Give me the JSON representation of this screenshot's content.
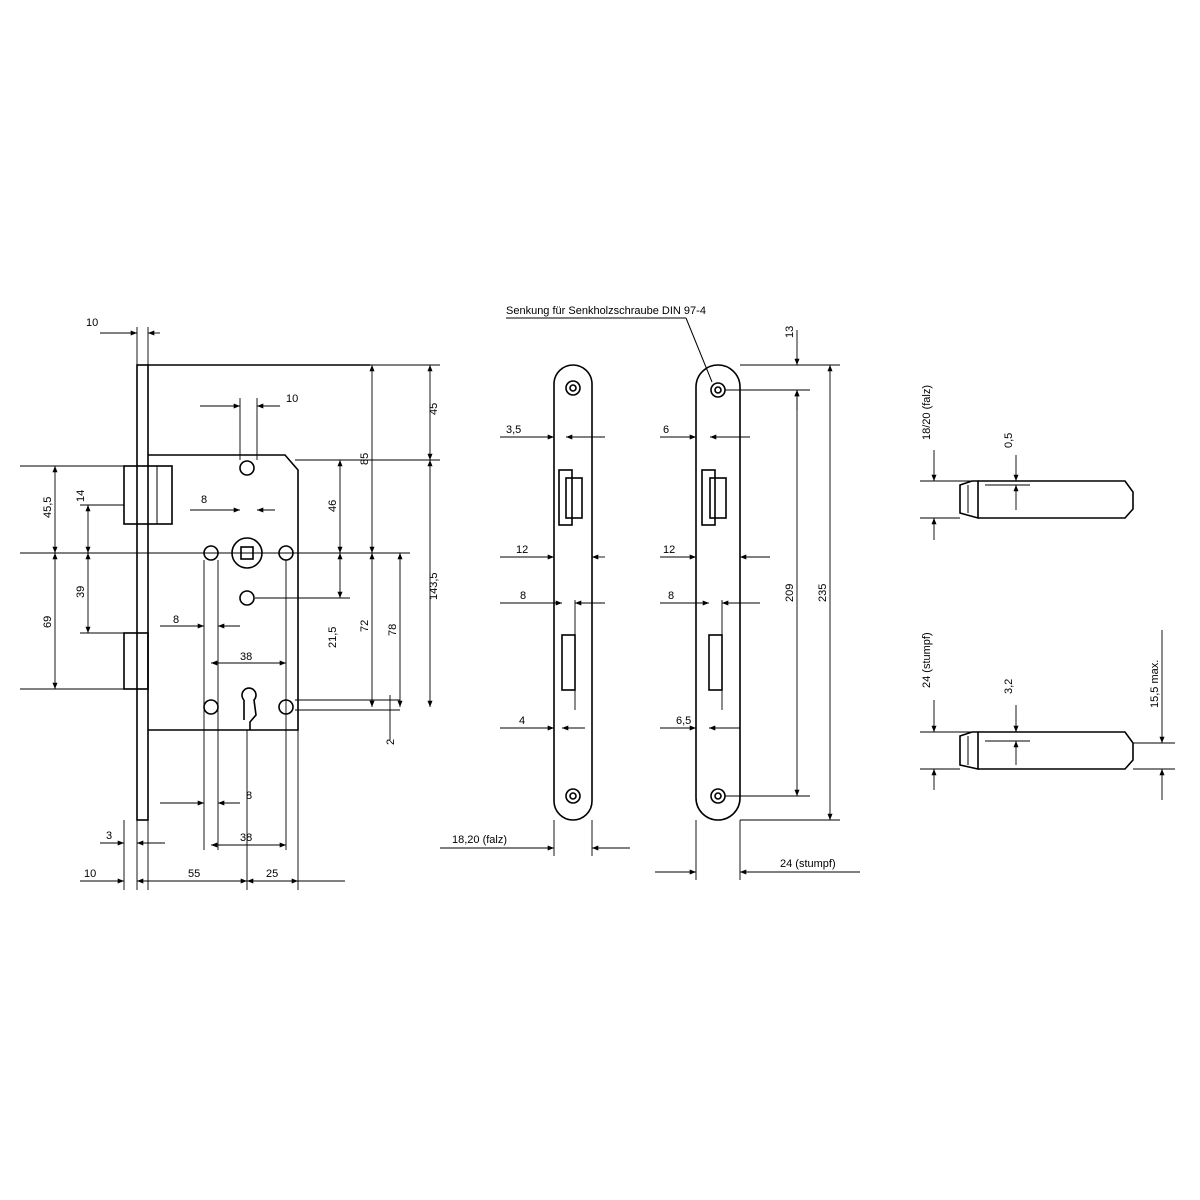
{
  "note": "Senkung für Senkholzschraube DIN 97-4",
  "lock_case": {
    "top_10": "10",
    "inner_10": "10",
    "v_45": "45",
    "v_85": "85",
    "v_46": "46",
    "v_45_5": "45,5",
    "v_14": "14",
    "d_8_top": "8",
    "v_39": "39",
    "v_69": "69",
    "d_8_mid": "8",
    "d_38_mid": "38",
    "v_21_5": "21,5",
    "v_72": "72",
    "v_78": "78",
    "v_143_5": "143,5",
    "v_2": "2",
    "d_8_low": "8",
    "d_3": "3",
    "d_38_low": "38",
    "b_10": "10",
    "b_55": "55",
    "b_25": "25"
  },
  "faceplate_a": {
    "d_3_5": "3,5",
    "d_12": "12",
    "d_8": "8",
    "d_4": "4",
    "width": "18,20 (falz)"
  },
  "faceplate_b": {
    "d_6": "6",
    "d_12": "12",
    "d_8": "8",
    "d_6_5": "6,5",
    "width": "24 (stumpf)",
    "v_13": "13",
    "v_209": "209",
    "v_235": "235"
  },
  "bolt_top": {
    "v_1820": "18/20 (falz)",
    "v_0_5": "0,5"
  },
  "bolt_bottom": {
    "v_24": "24 (stumpf)",
    "v_3_2": "3,2",
    "v_15_5": "15,5 max."
  }
}
